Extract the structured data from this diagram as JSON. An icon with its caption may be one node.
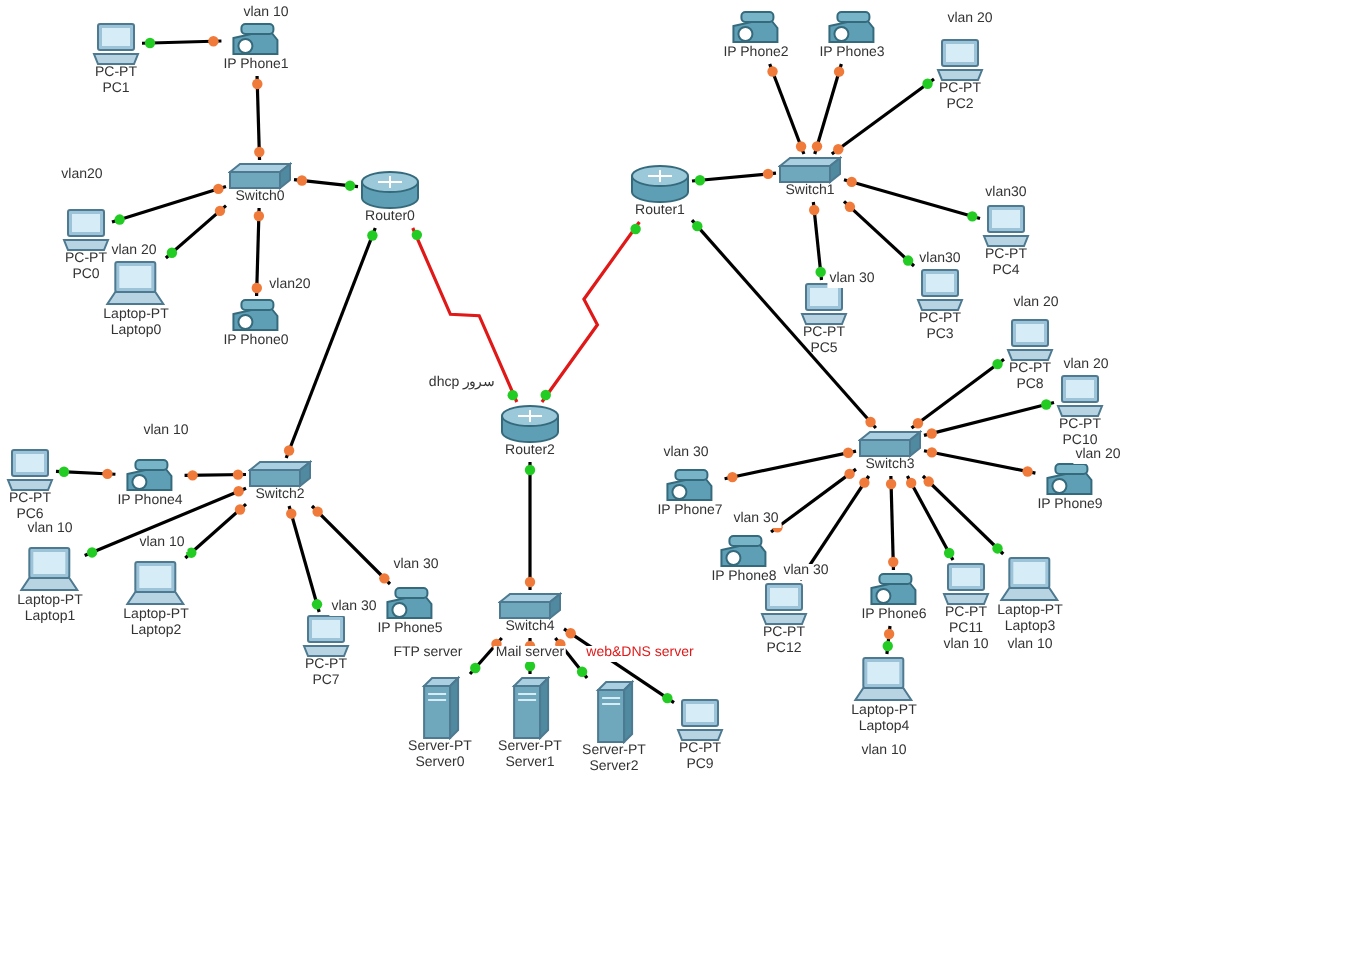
{
  "diagram": {
    "nodes": [
      {
        "text": [
          "PC-PT",
          "PC1"
        ]
      },
      {
        "text": [
          "IP Phone1"
        ],
        "beside": [
          "vlan 10"
        ]
      },
      {
        "text": [
          "Switch0"
        ]
      },
      {
        "text": [
          "PC-PT",
          "PC0"
        ],
        "beside": [
          "vlan20"
        ]
      },
      {
        "text": [
          "Laptop-PT",
          "Laptop0"
        ],
        "beside": [
          "vlan 20"
        ]
      },
      {
        "text": [
          "IP Phone0"
        ],
        "beside": [
          "vlan20"
        ]
      },
      {
        "text": [
          "Router0"
        ]
      },
      {
        "text": [
          "Router2"
        ],
        "beside": [
          "سرور dhcp"
        ]
      },
      {
        "text": [
          "Router1"
        ]
      },
      {
        "text": [
          "IP Phone2"
        ]
      },
      {
        "text": [
          "IP Phone3"
        ]
      },
      {
        "text": [
          "PC-PT",
          "PC2"
        ],
        "beside": [
          "vlan 20"
        ]
      },
      {
        "text": [
          "Switch1"
        ]
      },
      {
        "text": [
          "PC-PT",
          "PC4"
        ],
        "beside": [
          "vlan30"
        ]
      },
      {
        "text": [
          "PC-PT",
          "PC5"
        ],
        "beside": [
          "vlan 30"
        ]
      },
      {
        "text": [
          "PC-PT",
          "PC3"
        ],
        "beside": [
          "vlan30"
        ]
      },
      {
        "text": [
          "Switch2"
        ]
      },
      {
        "text": [
          "PC-PT",
          "PC6"
        ]
      },
      {
        "text": [
          "IP Phone4"
        ],
        "beside": [
          "vlan 10"
        ]
      },
      {
        "text": [
          "Laptop-PT",
          "Laptop1"
        ],
        "beside": [
          "vlan 10"
        ]
      },
      {
        "text": [
          "Laptop-PT",
          "Laptop2"
        ],
        "beside": [
          "vlan 10"
        ]
      },
      {
        "text": [
          "PC-PT",
          "PC7"
        ],
        "beside": [
          "vlan 30"
        ]
      },
      {
        "text": [
          "IP Phone5"
        ],
        "beside": [
          "vlan 30"
        ]
      },
      {
        "text": [
          "Switch4"
        ]
      },
      {
        "text": [
          "Server-PT",
          "Server0"
        ],
        "beside": [
          "FTP server"
        ]
      },
      {
        "text": [
          "Server-PT",
          "Server1"
        ],
        "beside": [
          "Mail server"
        ]
      },
      {
        "text": [
          "Server-PT",
          "Server2"
        ],
        "beside": [
          "web&DNS server"
        ]
      },
      {
        "text": [
          "PC-PT",
          "PC9"
        ]
      },
      {
        "text": [
          "Switch3"
        ]
      },
      {
        "text": [
          "PC-PT",
          "PC8"
        ],
        "beside": [
          "vlan 20"
        ]
      },
      {
        "text": [
          "PC-PT",
          "PC10"
        ],
        "beside": [
          "vlan 20"
        ]
      },
      {
        "text": [
          "IP Phone9"
        ],
        "beside": [
          "vlan 20"
        ]
      },
      {
        "text": [
          "IP Phone7"
        ],
        "beside": [
          "vlan 30"
        ]
      },
      {
        "text": [
          "IP Phone8"
        ],
        "beside": [
          "vlan 30"
        ]
      },
      {
        "text": [
          "PC-PT",
          "PC12"
        ],
        "beside": [
          "vlan 30"
        ]
      },
      {
        "text": [
          "IP Phone6"
        ]
      },
      {
        "text": [
          "Laptop-PT",
          "Laptop4"
        ],
        "beside": [
          "vlan 10"
        ]
      },
      {
        "text": [
          "PC-PT",
          "PC11"
        ],
        "beside": [
          "vlan 10"
        ]
      },
      {
        "text": [
          "Laptop-PT",
          "Laptop3"
        ],
        "beside": [
          "vlan 10"
        ]
      }
    ],
    "edges": [
      {
        "from": 0,
        "to": 1,
        "arrow": "other"
      },
      {
        "from": 1,
        "to": 2,
        "arrow": "other"
      },
      {
        "from": 2,
        "to": 3,
        "arrow": "other"
      },
      {
        "from": 2,
        "to": 4,
        "arrow": "other"
      },
      {
        "from": 2,
        "to": 5,
        "arrow": "other"
      },
      {
        "from": 2,
        "to": 6,
        "arrow": "other"
      },
      {
        "from": 6,
        "to": 7,
        "arrow": "other",
        "color": "#e01818"
      },
      {
        "from": 6,
        "to": 16,
        "arrow": "other"
      },
      {
        "from": 8,
        "to": 7,
        "arrow": "other",
        "color": "#e01818"
      },
      {
        "from": 8,
        "to": 12,
        "arrow": "other"
      },
      {
        "from": 8,
        "to": 28,
        "arrow": "other"
      },
      {
        "from": 7,
        "to": 23,
        "arrow": "other"
      },
      {
        "from": 12,
        "to": 9,
        "arrow": "other"
      },
      {
        "from": 12,
        "to": 10,
        "arrow": "other"
      },
      {
        "from": 12,
        "to": 11,
        "arrow": "other"
      },
      {
        "from": 12,
        "to": 13,
        "arrow": "other"
      },
      {
        "from": 12,
        "to": 14,
        "arrow": "other"
      },
      {
        "from": 12,
        "to": 15,
        "arrow": "other"
      },
      {
        "from": 17,
        "to": 18,
        "arrow": "other"
      },
      {
        "from": 18,
        "to": 16,
        "arrow": "other"
      },
      {
        "from": 16,
        "to": 19,
        "arrow": "other"
      },
      {
        "from": 16,
        "to": 20,
        "arrow": "other"
      },
      {
        "from": 16,
        "to": 21,
        "arrow": "other"
      },
      {
        "from": 16,
        "to": 22,
        "arrow": "other"
      },
      {
        "from": 23,
        "to": 24,
        "arrow": "other"
      },
      {
        "from": 23,
        "to": 25,
        "arrow": "other"
      },
      {
        "from": 23,
        "to": 26,
        "arrow": "other"
      },
      {
        "from": 23,
        "to": 27,
        "arrow": "other"
      },
      {
        "from": 28,
        "to": 29,
        "arrow": "other"
      },
      {
        "from": 28,
        "to": 30,
        "arrow": "other"
      },
      {
        "from": 28,
        "to": 31,
        "arrow": "other"
      },
      {
        "from": 28,
        "to": 32,
        "arrow": "other"
      },
      {
        "from": 28,
        "to": 33,
        "arrow": "other"
      },
      {
        "from": 28,
        "to": 34,
        "arrow": "other"
      },
      {
        "from": 28,
        "to": 35,
        "arrow": "other"
      },
      {
        "from": 28,
        "to": 37,
        "arrow": "other"
      },
      {
        "from": 28,
        "to": 38,
        "arrow": "other"
      },
      {
        "from": 35,
        "to": 36,
        "arrow": "other"
      }
    ]
  }
}
